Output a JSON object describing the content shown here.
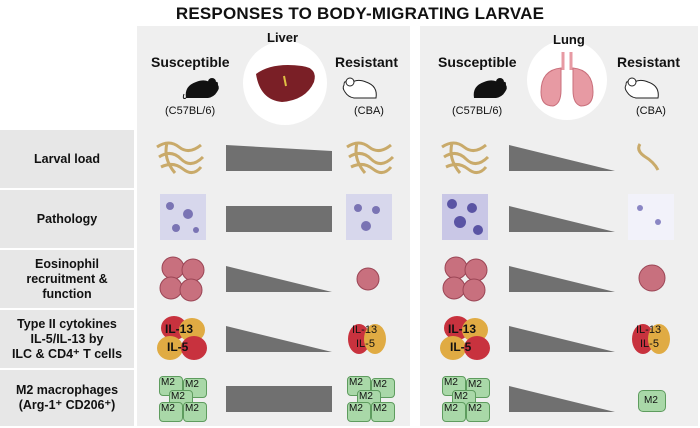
{
  "title": "RESPONSES TO BODY-MIGRATING LARVAE",
  "panels": [
    {
      "organ": "Liver",
      "susceptible": "Susceptible",
      "susceptible_strain": "(C57BL/6)",
      "resistant": "Resistant",
      "resistant_strain": "(CBA)"
    },
    {
      "organ": "Lung",
      "susceptible": "Susceptible",
      "susceptible_strain": "(C57BL/6)",
      "resistant": "Resistant",
      "resistant_strain": "(CBA)"
    }
  ],
  "rows": [
    {
      "label": "Larval load"
    },
    {
      "label": "Pathology"
    },
    {
      "label_lines": [
        "Eosinophil",
        "recruitment &",
        "function"
      ]
    },
    {
      "label_lines": [
        "Type II cytokines",
        "IL-5/IL-13 by",
        "ILC & CD4⁺ T cells"
      ]
    },
    {
      "label_lines": [
        "M2 macrophages",
        "(Arg-1⁺ CD206⁺)"
      ]
    }
  ],
  "cytokines": {
    "il13": "IL-13",
    "il5": "IL-5"
  },
  "macrophage": "M2",
  "colors": {
    "panel": "#efefef",
    "trend": "#707070",
    "liver": "#7a1f26",
    "lung": "#e79aa3",
    "eosinophil": "#c8707e",
    "il13": "#c8323e",
    "il5": "#e0ab43",
    "m2": "#a9d8a8"
  }
}
